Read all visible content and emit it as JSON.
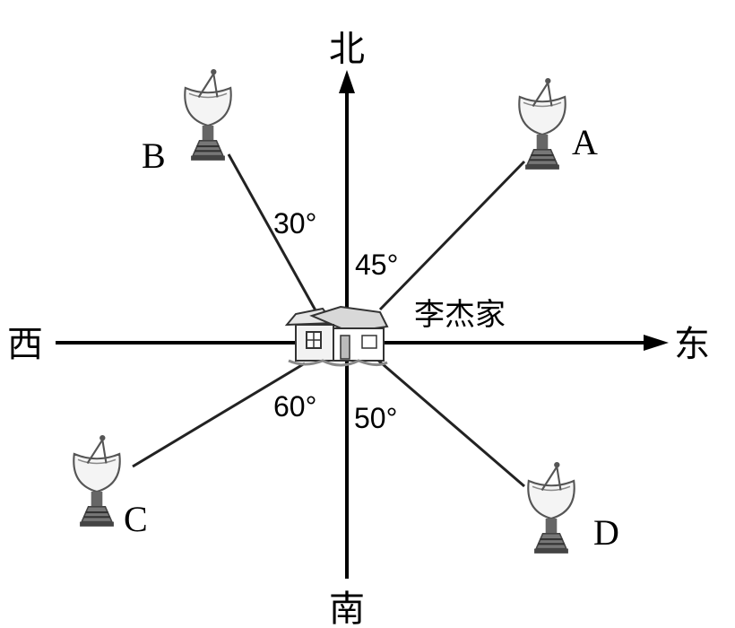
{
  "directions": {
    "north": "北",
    "south": "南",
    "east": "东",
    "west": "西"
  },
  "home": {
    "label": "李杰家",
    "icon": "house-icon"
  },
  "points": {
    "A": {
      "label": "A",
      "icon": "satellite-dish-icon"
    },
    "B": {
      "label": "B",
      "icon": "satellite-dish-icon"
    },
    "C": {
      "label": "C",
      "icon": "satellite-dish-icon"
    },
    "D": {
      "label": "D",
      "icon": "satellite-dish-icon"
    }
  },
  "angles": {
    "A": "45°",
    "B": "30°",
    "C": "60°",
    "D": "50°"
  }
}
